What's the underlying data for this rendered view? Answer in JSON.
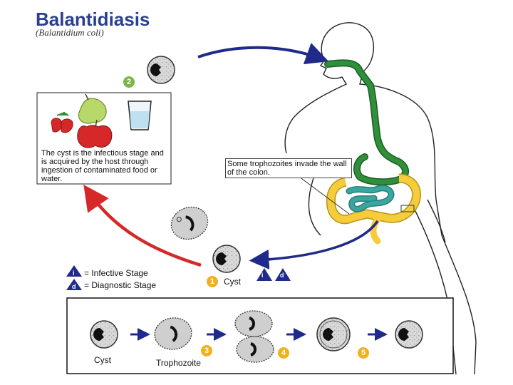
{
  "title": "Balantidiasis",
  "subtitle": "(Balantidium coli)",
  "ingestion_text": "The cyst is the infectious stage and is acquired by the host through ingestion of contaminated food or water.",
  "invasion_text": "Some trophozoites invade the wall of the colon.",
  "legend": {
    "infective_symbol": "i",
    "infective_label": "= Infective Stage",
    "diagnostic_symbol": "d",
    "diagnostic_label": "= Diagnostic Stage"
  },
  "cyst_label": "Cyst",
  "steps": [
    "1",
    "2",
    "3",
    "4",
    "5"
  ],
  "bottom_panel": {
    "cyst_label": "Cyst",
    "trophozoite_label": "Trophozoite"
  },
  "colors": {
    "title": "#2a3f8f",
    "arrow_blue": "#1f2a8a",
    "arrow_red": "#d62828",
    "step_badge": "#f2b01e",
    "stomach_green": "#2f8f3a",
    "colon_yellow": "#f6cc3a",
    "intestine_teal": "#3aa6a0"
  }
}
